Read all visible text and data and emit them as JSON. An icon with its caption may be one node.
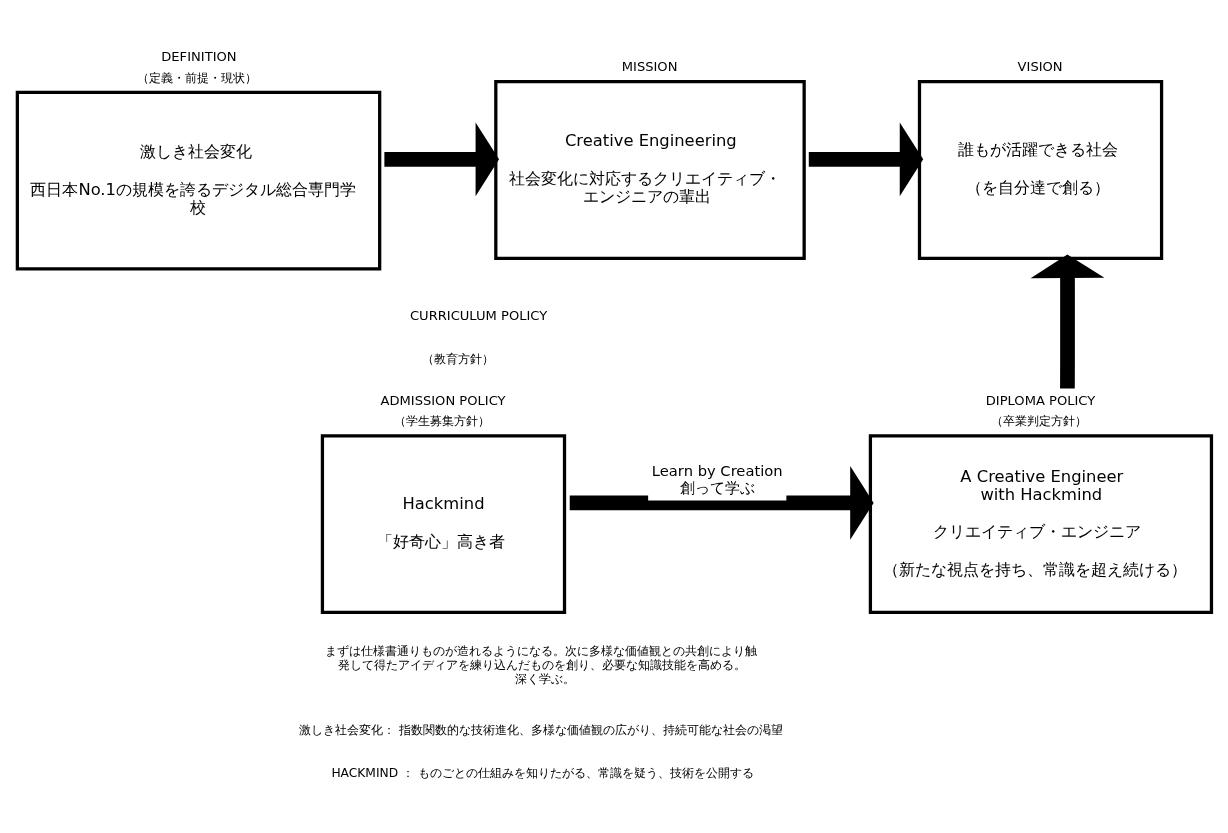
{
  "diagram": {
    "nodes": [
      {
        "text": [
          "DEFINITION",
          "（定義・前提・現状）",
          "激しき社会変化",
          "西日本No.1の規模を誇るデジタル総合専門学校"
        ]
      },
      {
        "text": [
          "MISSION",
          "Creative Engineering",
          "社会変化に対応するクリエイティブ・エンジニアの輩出"
        ]
      },
      {
        "text": [
          "VISION",
          "誰もが活躍できる社会",
          "（を自分達で創る）"
        ]
      },
      {
        "text": [
          "ADMISSION POLICY",
          "（学生募集方針）",
          "Hackmind",
          "「好奇心」高き者"
        ]
      },
      {
        "text": [
          "DIPLOMA POLICY",
          "（卒業判定方針）",
          "A Creative Engineer with Hackmind",
          "クリエイティブ・エンジニア",
          "（新たな視点を持ち、常識を超え続ける）"
        ]
      }
    ],
    "edges": [
      {
        "from": 0,
        "to": 1,
        "arrow": "to"
      },
      {
        "from": 1,
        "to": 2,
        "arrow": "to"
      },
      {
        "from": 4,
        "to": 2,
        "arrow": "to"
      },
      {
        "from": 3,
        "to": 4,
        "arrow": "to",
        "label": "Learn by Creation 創って学ぶ"
      }
    ],
    "labels": [
      "CURRICULUM POLICY",
      "（教育方針）",
      "まずは仕様書通りものが造れるようになる。次に多様な価値観との共創により触発して得たアイディアを練り込んだものを創り、必要な知識技能を高める。深く学ぶ。",
      "激しき社会変化： 指数関数的な技術進化、多様な価値観の広がり、持続可能な社会の渇望",
      "HACKMIND ： ものごとの仕組みを知りたがる、常識を疑う、技術を公開する"
    ]
  }
}
